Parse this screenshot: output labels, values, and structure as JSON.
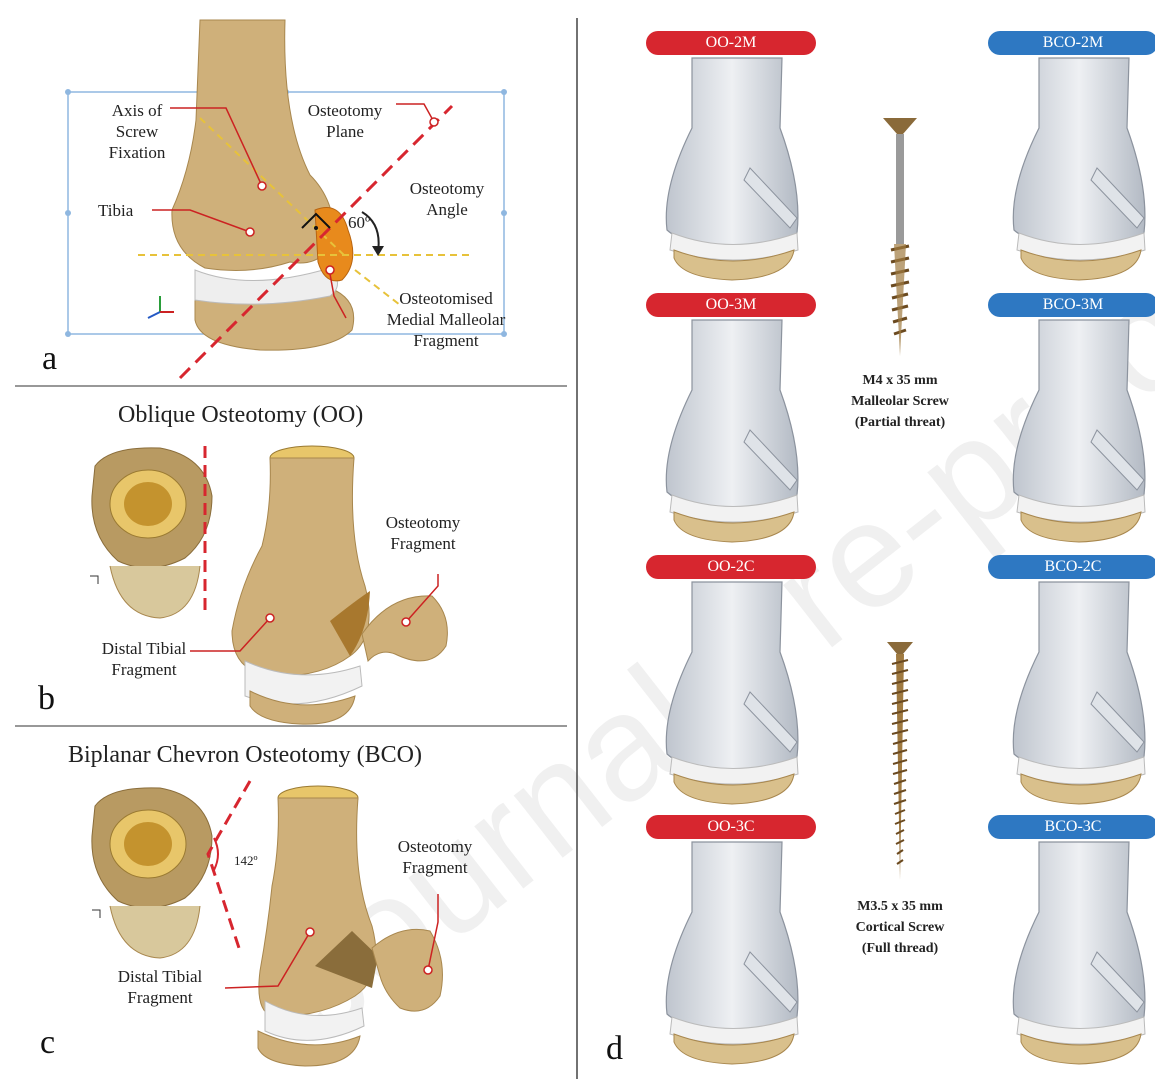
{
  "watermark": "Journal Pre-proof",
  "panel_a": {
    "letter": "a",
    "labels": {
      "axis": "Axis of\nScrew\nFixation",
      "tibia": "Tibia",
      "plane": "Osteotomy\nPlane",
      "angle_name": "Osteotomy\nAngle",
      "angle_value": "60º",
      "fragment": "Osteotomised\nMedial Malleolar\nFragment"
    }
  },
  "panel_b": {
    "letter": "b",
    "title": "Oblique Osteotomy (OO)",
    "labels": {
      "osteotomy_fragment": "Osteotomy\nFragment",
      "distal": "Distal Tibial\nFragment"
    }
  },
  "panel_c": {
    "letter": "c",
    "title": "Biplanar Chevron Osteotomy (BCO)",
    "angle": "142º",
    "labels": {
      "osteotomy_fragment": "Osteotomy\nFragment",
      "distal": "Distal Tibial\nFragment"
    }
  },
  "panel_d": {
    "letter": "d",
    "models": [
      {
        "label": "OO-2M",
        "color": "#d7262f"
      },
      {
        "label": "BCO-2M",
        "color": "#2e78c2"
      },
      {
        "label": "OO-3M",
        "color": "#d7262f"
      },
      {
        "label": "BCO-3M",
        "color": "#2e78c2"
      },
      {
        "label": "OO-2C",
        "color": "#d7262f"
      },
      {
        "label": "BCO-2C",
        "color": "#2e78c2"
      },
      {
        "label": "OO-3C",
        "color": "#d7262f"
      },
      {
        "label": "BCO-3C",
        "color": "#2e78c2"
      }
    ],
    "screw_malleolar": "M4 x 35 mm\nMalleolar Screw\n(Partial threat)",
    "screw_cortical": "M3.5 x 35 mm\nCortical Screw\n(Full thread)"
  },
  "colors": {
    "bone": "#cfb07a",
    "bone_dark": "#a8874e",
    "fragment": "#e88a1c",
    "cut_line": "#d7262f",
    "axis_line": "#e7c23a",
    "bbox": "#8fb7e0",
    "glass": "#cfd4dc"
  }
}
